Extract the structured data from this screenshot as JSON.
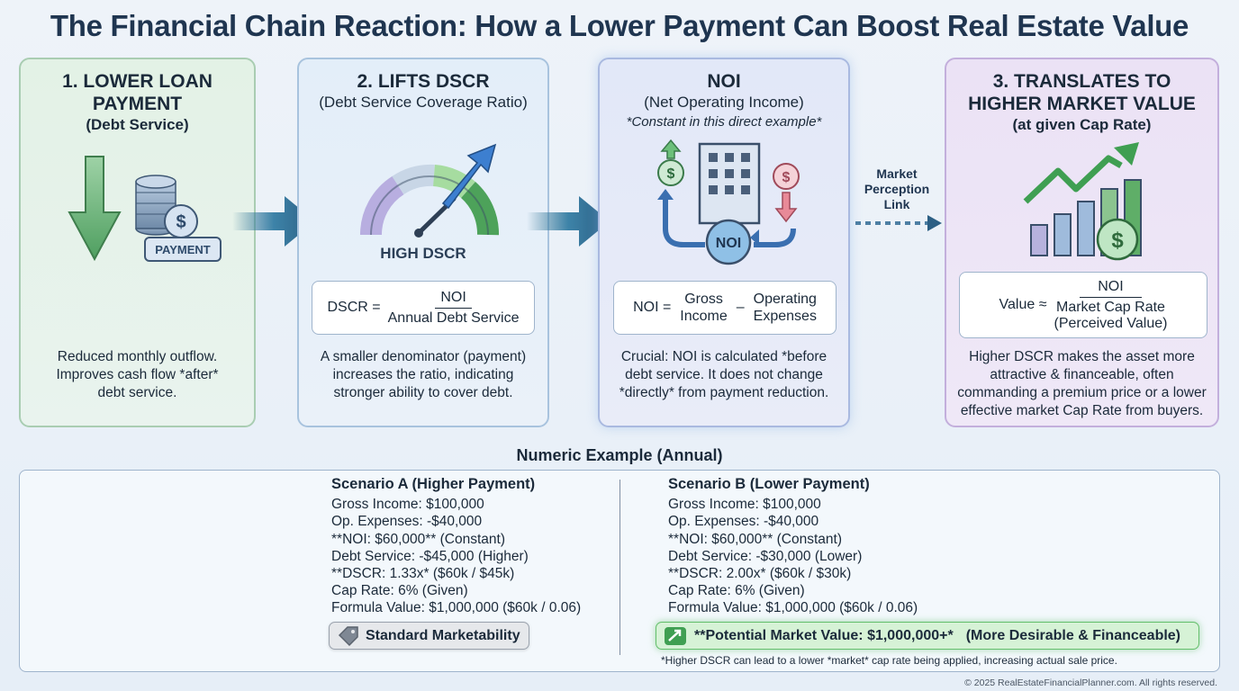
{
  "title": "The Financial Chain Reaction: How a Lower Payment Can Boost Real Estate Value",
  "cards": [
    {
      "title_line1": "1. LOWER LOAN",
      "title_line2": "PAYMENT",
      "subtitle": "(Debt Service)",
      "icon_badge": "PAYMENT",
      "icon_symbol": "$",
      "description": [
        "Reduced monthly outflow.",
        "Improves cash flow *after*",
        "debt service."
      ]
    },
    {
      "title_line1": "2. LIFTS DSCR",
      "subtitle": "(Debt Service Coverage Ratio)",
      "gauge_label": "HIGH DSCR",
      "formula": {
        "lhs": "DSCR =",
        "numerator": "NOI",
        "denominator": "Annual Debt Service"
      },
      "description": [
        "A smaller denominator (payment)",
        "increases the ratio, indicating",
        "stronger ability to cover debt."
      ]
    },
    {
      "title_line1": "NOI",
      "subtitle": "(Net Operating Income)",
      "note": "*Constant in this direct example*",
      "icon_center": "NOI",
      "icon_symbol": "$",
      "formula": {
        "lhs": "NOI =",
        "term1_line1": "Gross",
        "term1_line2": "Income",
        "operator": "–",
        "term2_line1": "Operating",
        "term2_line2": "Expenses"
      },
      "description": [
        "Crucial: NOI is calculated *before",
        "debt service. It does not change",
        "*directly* from payment reduction."
      ]
    },
    {
      "title_line1": "3. TRANSLATES TO",
      "title_line2": "HIGHER MARKET VALUE",
      "subtitle": "(at given Cap Rate)",
      "icon_symbol": "$",
      "formula": {
        "lhs": "Value ≈",
        "numerator": "NOI",
        "denominator_line1": "Market Cap Rate",
        "denominator_line2": "(Perceived Value)"
      },
      "description": [
        "Higher DSCR makes the asset more",
        "attractive & financeable, often",
        "commanding a premium price or a lower",
        "effective market Cap Rate from buyers."
      ]
    }
  ],
  "link_label": [
    "Market",
    "Perception",
    "Link"
  ],
  "numeric_example": {
    "title": "Numeric Example (Annual)",
    "scenario_a": {
      "heading": "Scenario A (Higher Payment)",
      "lines": [
        "Gross Income: $100,000",
        "Op. Expenses: -$40,000",
        "**NOI: $60,000** (Constant)",
        "Debt Service: -$45,000 (Higher)",
        "**DSCR: 1.33x* ($60k / $45k)",
        "Cap Rate: 6% (Given)",
        "Formula Value: $1,000,000 ($60k / 0.06)"
      ],
      "badge": "Standard Marketability"
    },
    "scenario_b": {
      "heading": "Scenario B (Lower Payment)",
      "lines": [
        "Gross Income: $100,000",
        "Op. Expenses: -$40,000",
        "**NOI: $60,000** (Constant)",
        "Debt Service: -$30,000 (Lower)",
        "**DSCR: 2.00x* ($60k / $30k)",
        "Cap Rate: 6% (Given)",
        "Formula Value: $1,000,000 ($60k / 0.06)"
      ],
      "badge_main": "**Potential Market Value: $1,000,000+*",
      "badge_note": "(More Desirable & Financeable)",
      "footnote": "*Higher DSCR can lead to a lower *market* cap rate being applied, increasing actual sale price."
    }
  },
  "copyright": "© 2025 RealEstateFinancialPlanner.com. All rights reserved.",
  "colors": {
    "title": "#1f3550",
    "green_accent": "#5aa86a",
    "blue_accent": "#2f6fb8",
    "arrow_teal": "#2c6e8e",
    "purple_card": "#ebe2f5",
    "highlight_green": "#63bf6b"
  }
}
